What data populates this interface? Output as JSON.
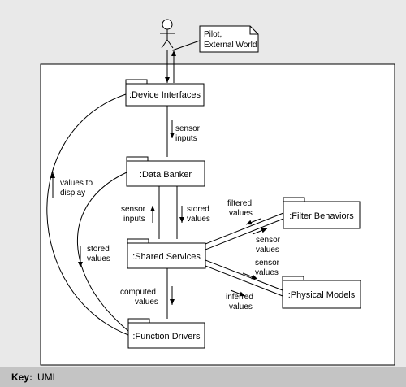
{
  "actor": {
    "label_line1": "Pilot,",
    "label_line2": "External World"
  },
  "packages": {
    "device_interfaces": ":Device Interfaces",
    "data_banker": ":Data Banker",
    "shared_services": ":Shared Services",
    "function_drivers": ":Function Drivers",
    "filter_behaviors": ":Filter Behaviors",
    "physical_models": ":Physical Models"
  },
  "flows": {
    "sensor_inputs_top": [
      "sensor",
      "inputs"
    ],
    "sensor_inputs_left": [
      "sensor",
      "inputs"
    ],
    "stored_values_right": [
      "stored",
      "values"
    ],
    "values_to_display": [
      "values to",
      "display"
    ],
    "stored_values_left": [
      "stored",
      "values"
    ],
    "computed_values": [
      "computed",
      "values"
    ],
    "filtered_values": [
      "filtered",
      "values"
    ],
    "sensor_values_filter": [
      "sensor",
      "values"
    ],
    "sensor_values_models": [
      "sensor",
      "values"
    ],
    "inferred_values": [
      "inferred",
      "values"
    ]
  },
  "key": {
    "title": "Key:",
    "value": "UML"
  }
}
